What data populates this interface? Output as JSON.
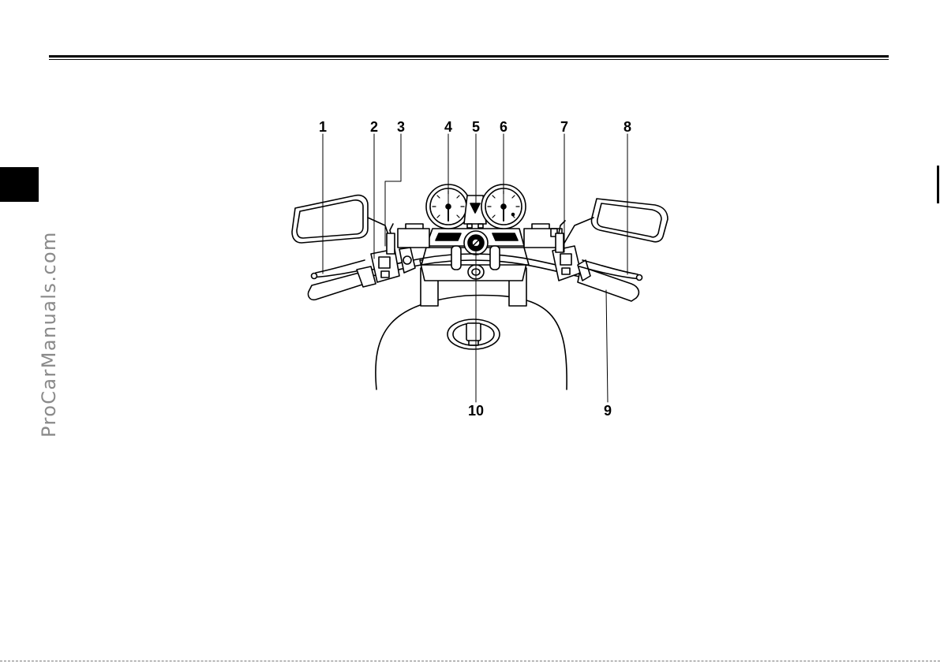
{
  "watermark": "ProCarManuals.com",
  "callouts": {
    "c1": "1",
    "c2": "2",
    "c3": "3",
    "c4": "4",
    "c5": "5",
    "c6": "6",
    "c7": "7",
    "c8": "8",
    "c9": "9",
    "c10": "10"
  }
}
